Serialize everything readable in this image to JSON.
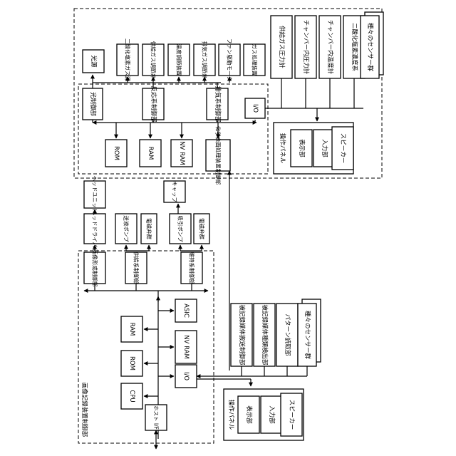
{
  "recorder": {
    "title": "画像記録装置制御部",
    "host_if": "ホスト I/F",
    "cpu": "CPU",
    "rom": "ROM",
    "ram": "RAM",
    "nvram": "NV RAM",
    "io": "I/O",
    "asic": "ASIC",
    "image_ctrl": "画像形成制御部",
    "supply_ctrl": "供給系制御部",
    "maint_ctrl": "維持系制御部"
  },
  "media": {
    "transport_ctrl": "被記録媒体搬送制御部",
    "type_detect": "被記録媒体種類検出部",
    "pattern_read": "パターン読取部",
    "sensors": "種々のセンサー群"
  },
  "panel_lower": {
    "title": "操作パネル",
    "display": "表示部",
    "input": "入力部",
    "speaker": "スピーカー"
  },
  "devices": {
    "head_driver": "ヘッドドライバ",
    "head_unit": "ヘッドユニット",
    "supply_pump": "送液ポンプ",
    "solenoid_1": "電磁弁群",
    "suction_pump": "吸引ポンプ",
    "solenoid_2": "電磁弁群",
    "cap": "キャップ"
  },
  "surface": {
    "light_source": "光源",
    "co2_supply": "二酸化塩素ガス源",
    "supply_valve": "供給ガス調節弁",
    "temp_humid": "温度調節装置",
    "exhaust_valve": "排気ガス調節弁",
    "fan": "ファン駆動モータ",
    "gas_treat": "ガス処理装置",
    "light_ctrl": "光制御部",
    "reaction_ctrl": "反応系制御部",
    "exhaust_ctrl": "排気系制御部",
    "io": "I/O",
    "rom": "ROM",
    "ram": "RAM",
    "nvram": "NV RAM",
    "surface_ctrl": "化学表面処理装置制御部"
  },
  "sensors_upper": {
    "supply_pressure": "供給ガス圧力計",
    "chamber_pressure": "チャンバー内圧力計",
    "chamber_temp": "チャンバー内温度計",
    "co2_conc": "二酸化塩素濃度系",
    "sensors": "種々のセンサー群"
  },
  "panel_upper": {
    "title": "操作パネル",
    "display": "表示部",
    "input": "入力部",
    "speaker": "スピーカー"
  }
}
